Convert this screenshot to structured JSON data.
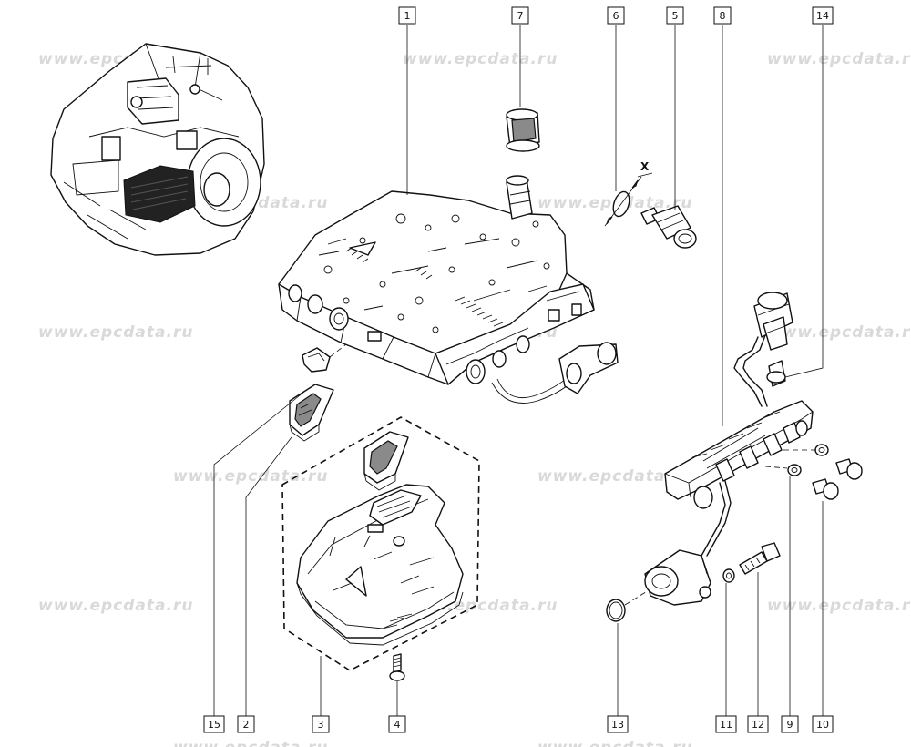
{
  "watermark": "www.epcdata.ru",
  "detail_marker": "X",
  "callouts": [
    "1",
    "2",
    "3",
    "4",
    "5",
    "6",
    "7",
    "8",
    "9",
    "10",
    "11",
    "12",
    "13",
    "14",
    "15"
  ]
}
